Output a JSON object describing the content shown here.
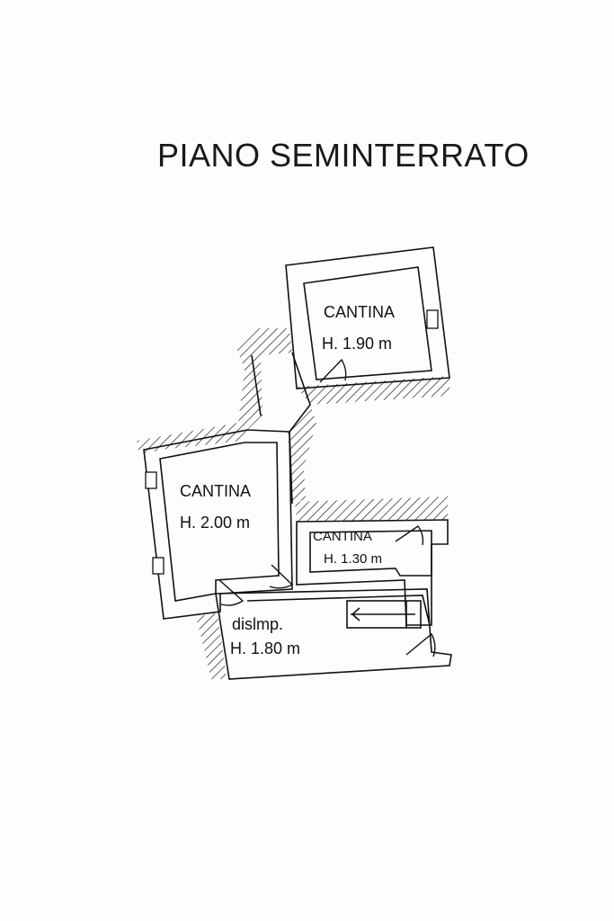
{
  "title": "PIANO SEMINTERRATO",
  "rooms": [
    {
      "id": "cantina-top",
      "name": "CANTINA",
      "height": "H. 1.90 m"
    },
    {
      "id": "cantina-left",
      "name": "CANTINA",
      "height": "H. 2.00 m"
    },
    {
      "id": "cantina-small",
      "name": "CANTINA",
      "height": "H. 1.30 m"
    },
    {
      "id": "disimpegno",
      "name": "dislmp.",
      "height": "H. 1.80 m"
    }
  ],
  "colors": {
    "ink": "#111111",
    "paper": "#fdfdfd"
  }
}
